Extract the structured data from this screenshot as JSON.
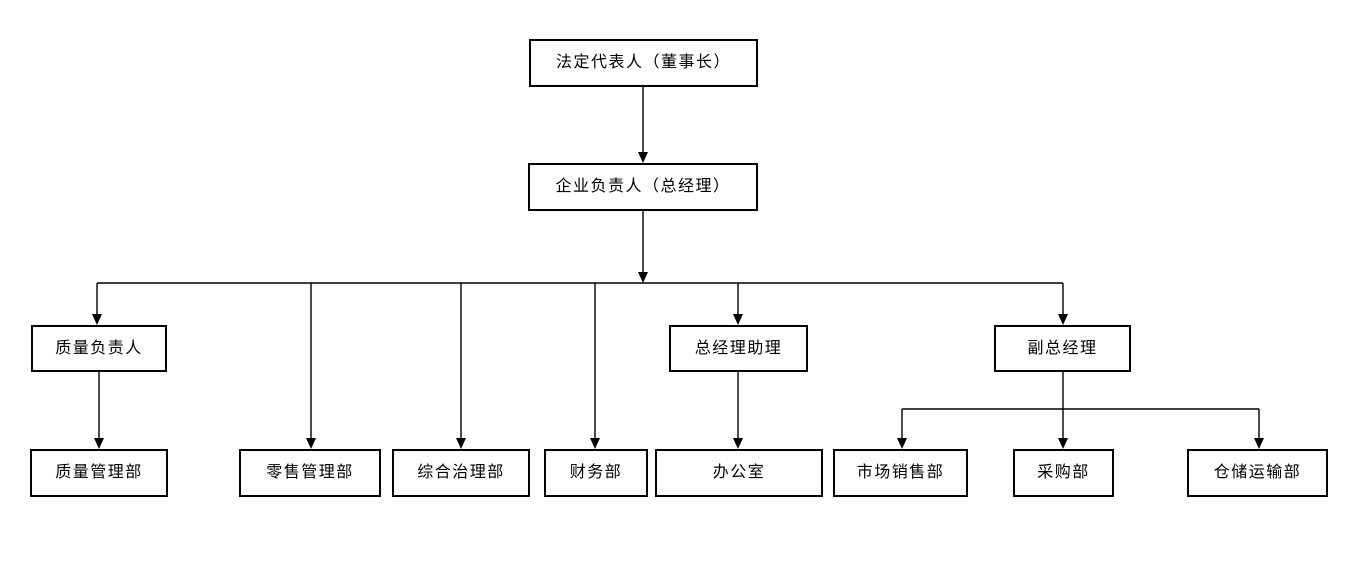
{
  "diagram": {
    "type": "org-chart",
    "background": "#ffffff",
    "box_fill": "#ffffff",
    "box_border_color": "#000000",
    "line_color": "#000000",
    "text_color": "#000000",
    "nodes": [
      {
        "id": "legal-representative",
        "label": "法定代表人（董事长）"
      },
      {
        "id": "enterprise-head",
        "label": "企业负责人（总经理）"
      },
      {
        "id": "quality-head",
        "label": "质量负责人"
      },
      {
        "id": "gm-assistant",
        "label": "总经理助理"
      },
      {
        "id": "deputy-gm",
        "label": "副总经理"
      },
      {
        "id": "quality-management-dept",
        "label": "质量管理部"
      },
      {
        "id": "retail-management-dept",
        "label": "零售管理部"
      },
      {
        "id": "comprehensive-governance-dept",
        "label": "综合治理部"
      },
      {
        "id": "finance-dept",
        "label": "财务部"
      },
      {
        "id": "office",
        "label": "办公室"
      },
      {
        "id": "market-sales-dept",
        "label": "市场销售部"
      },
      {
        "id": "purchasing-dept",
        "label": "采购部"
      },
      {
        "id": "warehousing-transportation-dept",
        "label": "仓储运输部"
      }
    ],
    "edges": [
      {
        "from": "legal-representative",
        "to": "enterprise-head"
      },
      {
        "from": "enterprise-head",
        "to": "quality-head"
      },
      {
        "from": "enterprise-head",
        "to": "retail-management-dept"
      },
      {
        "from": "enterprise-head",
        "to": "comprehensive-governance-dept"
      },
      {
        "from": "enterprise-head",
        "to": "finance-dept"
      },
      {
        "from": "enterprise-head",
        "to": "gm-assistant"
      },
      {
        "from": "enterprise-head",
        "to": "deputy-gm"
      },
      {
        "from": "quality-head",
        "to": "quality-management-dept"
      },
      {
        "from": "gm-assistant",
        "to": "office"
      },
      {
        "from": "deputy-gm",
        "to": "market-sales-dept"
      },
      {
        "from": "deputy-gm",
        "to": "purchasing-dept"
      },
      {
        "from": "deputy-gm",
        "to": "warehousing-transportation-dept"
      }
    ]
  }
}
